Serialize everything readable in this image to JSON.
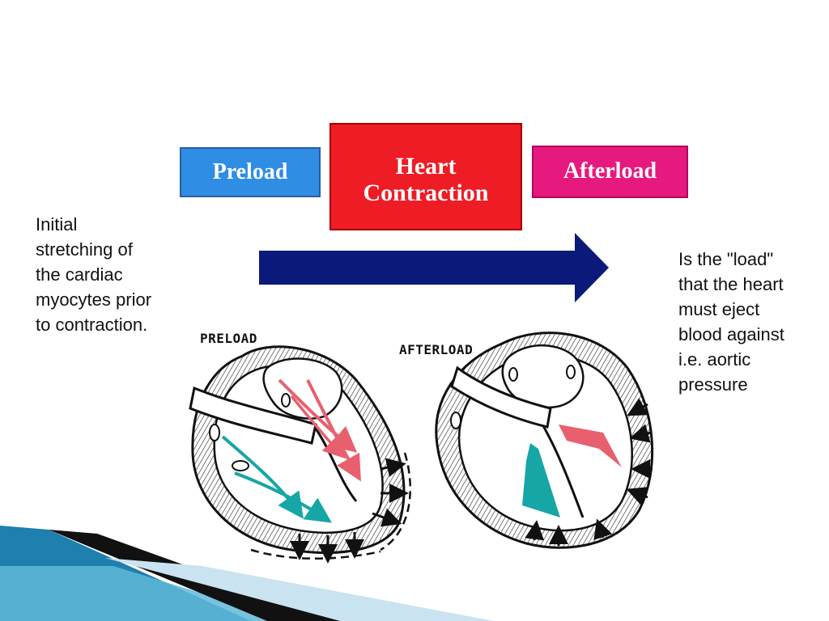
{
  "boxes": {
    "preload": "Preload",
    "heart_line1": "Heart",
    "heart_line2": "Contraction",
    "afterload": "Afterload"
  },
  "texts": {
    "left": "Initial\nstretching of\nthe cardiac\nmyocytes prior\nto contraction.",
    "right": "Is the \"load\"\nthat the heart\nmust eject\nblood against\ni.e. aortic\npressure"
  },
  "heart_labels": {
    "preload": "PRELOAD",
    "afterload": "AFTERLOAD"
  },
  "colors": {
    "preload_box": "#2f8de4",
    "heart_box": "#ee1c24",
    "afterload_box": "#e6197f",
    "flow_arrow": "#0b1a7a",
    "teal_flow": "#16a6a6",
    "pink_flow": "#e8606e",
    "decor_blue": "#1f7fae",
    "decor_black": "#111111"
  }
}
